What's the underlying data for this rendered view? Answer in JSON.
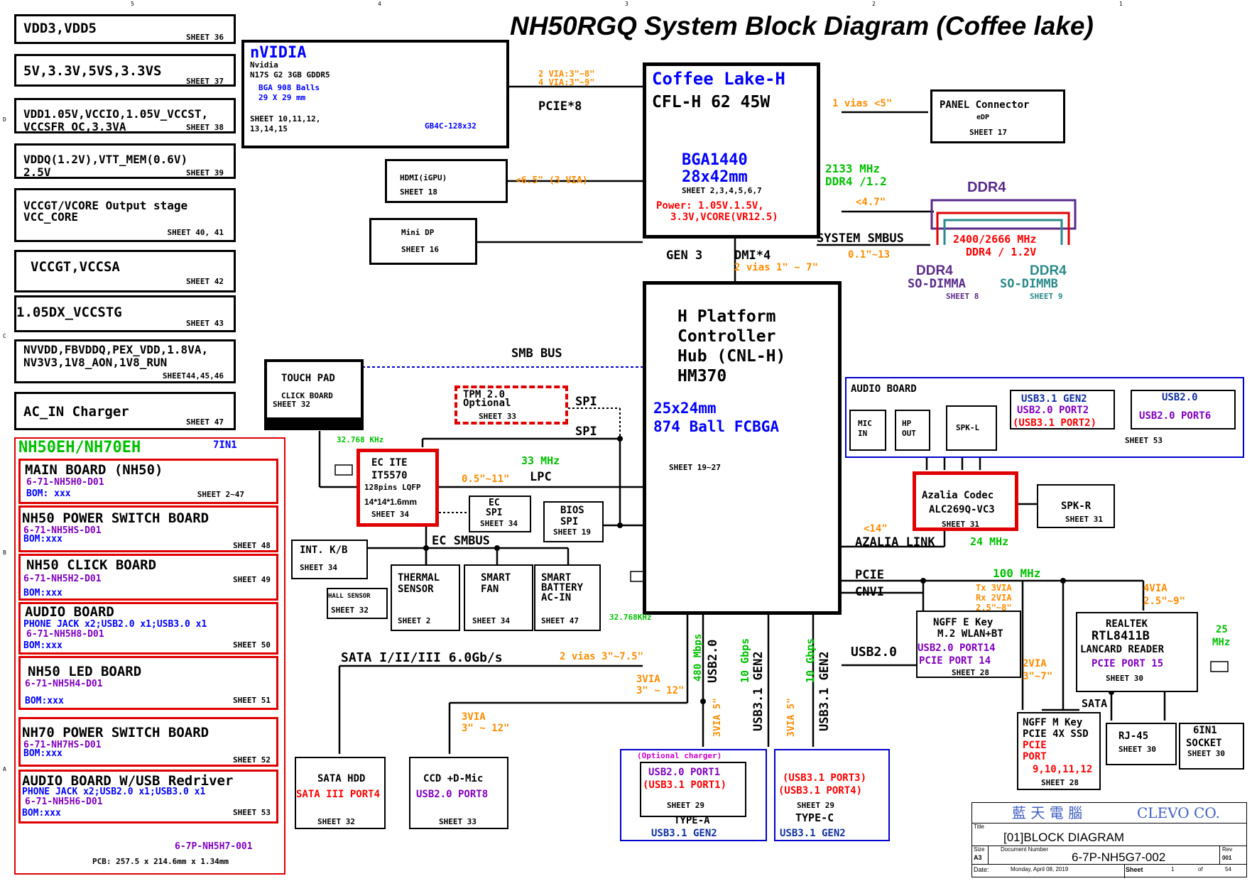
{
  "title": "NH50RGQ System Block Diagram (Coffee lake)",
  "frame_marks": [
    "5",
    "4",
    "3",
    "2",
    "1",
    "D",
    "C",
    "B",
    "A"
  ],
  "power": [
    {
      "l1": "VDD3,VDD5",
      "l2": "",
      "sheet": "SHEET 36"
    },
    {
      "l1": "5V,3.3V,5VS,3.3VS",
      "l2": "",
      "sheet": "SHEET 37"
    },
    {
      "l1": "VDD1.05V,VCCIO,1.05V_VCCST,",
      "l2": "VCCSFR_OC,3.3VA",
      "sheet": "SHEET 38"
    },
    {
      "l1": "VDDQ(1.2V),VTT_MEM(0.6V)",
      "l2": "2.5V",
      "sheet": "SHEET 39"
    },
    {
      "l1": "VCCGT/VCORE Output stage",
      "l2": "VCC_CORE",
      "sheet": "SHEET 40, 41"
    },
    {
      "l1": "VCCGT,VCCSA",
      "l2": "",
      "sheet": "SHEET 42"
    },
    {
      "l1": "1.05DX_VCCSTG",
      "l2": "",
      "sheet": "SHEET 43"
    },
    {
      "l1": "NVVDD,FBVDDQ,PEX_VDD,1.8VA,",
      "l2": "NV3V3,1V8_AON,1V8_RUN",
      "sheet": "SHEET44,45,46"
    },
    {
      "l1": "AC_IN Charger",
      "l2": "",
      "sheet": "SHEET 47"
    }
  ],
  "boards": {
    "title": "NH50EH/NH70EH",
    "seven": "7IN1",
    "items": [
      {
        "name": "MAIN BOARD   (NH50)",
        "pn": "6-71-NH5H0-D01",
        "bom": "BOM: xxx",
        "sheet": "SHEET  2~47"
      },
      {
        "name": "NH50 POWER SWITCH BOARD",
        "pn": "6-71-NH5HS-D01",
        "bom": "BOM:xxx",
        "sheet": "SHEET 48"
      },
      {
        "name": "NH50 CLICK BOARD",
        "pn": "6-71-NH5H2-D01",
        "bom": "BOM:xxx",
        "sheet": "SHEET 49"
      },
      {
        "name": "AUDIO BOARD",
        "pn": "6-71-NH5H8-D01",
        "bom": "BOM:xxx",
        "sheet": "SHEET 50",
        "extra": "PHONE JACK x2;USB2.0 x1;USB3.0 x1"
      },
      {
        "name": "NH50 LED BOARD",
        "pn": "6-71-NH5H4-D01",
        "bom": "BOM:xxx",
        "sheet": "SHEET 51"
      },
      {
        "name": "NH70 POWER SWITCH BOARD",
        "pn": "6-71-NH7HS-D01",
        "bom": "BOM:xxx",
        "sheet": "SHEET 52"
      },
      {
        "name": "AUDIO BOARD W/USB Redriver",
        "pn": "6-71-NH5H6-D01",
        "bom": "BOM:xxx",
        "sheet": "SHEET 53",
        "extra": "PHONE JACK x2;USB2.0 x1;USB3.0 x1"
      }
    ],
    "footer_pn": "6-7P-NH5H7-001",
    "pcb": "PCB: 257.5 x 214.6mm x 1.34mm"
  },
  "gpu": {
    "name": "nVIDIA",
    "l1": "Nvidia",
    "l2": "N17S G2 3GB GDDR5",
    "bga": "BGA 908 Balls",
    "size": "29 X 29 mm",
    "sheet": "SHEET 10,11,12,",
    "sheet2": "13,14,15",
    "pkg": "GB4C-128x32"
  },
  "cpu": {
    "name": "Coffee Lake-H",
    "model": "CFL-H 62 45W",
    "bga": "BGA1440",
    "size": "28x42mm",
    "sheet": "SHEET 2,3,4,5,6,7",
    "power": "Power:  1.05V.1.5V,",
    "power2": "3.3V,VCORE(VR12.5)"
  },
  "pch": {
    "l1": "H Platform",
    "l2": "Controller",
    "l3": "Hub (CNL-H)",
    "l4": "HM370",
    "size": "25x24mm",
    "ball": "874 Ball FCBGA",
    "sheet": "SHEET 19~27"
  },
  "labels": {
    "via_gpu1": "2 VIA:3\"~8\"",
    "via_gpu2": "4 VIA:3\"~9\"",
    "pcie8": "PCIE*8",
    "hdmi": "HDMI(iGPU)",
    "hdmi_sheet": "SHEET 18",
    "hdmi_via": "<6.5\" (3 VIA)",
    "minidp": "Mini DP",
    "minidp_sheet": "SHEET 16",
    "panel": "PANEL Connector",
    "panel_sub": "eDP",
    "panel_sheet": "SHEET 17",
    "panel_via": "1 vias <5\"",
    "ddr_speed": "2133 MHz",
    "ddr_ver": "DDR4 /1.2",
    "ddr_len": "<4.7\"",
    "ddr4": "DDR4",
    "ddr_speed2": "2400/2666 MHz",
    "ddr_ver2": "DDR4 / 1.2V",
    "smbus": "SYSTEM SMBUS",
    "smbus_len": "0.1\"~13",
    "dimma1": "DDR4",
    "dimma2": "SO-DIMMA",
    "dimma_sheet": "SHEET 8",
    "dimmb1": "DDR4",
    "dimmb2": "SO-DIMMB",
    "dimmb_sheet": "SHEET 9",
    "gen3": "GEN 3",
    "dmi": "DMI*4",
    "dmi_via": "2 vias 1\" ~ 7\"",
    "smb_bus": "SMB BUS",
    "touchpad": "TOUCH PAD",
    "click": "CLICK BOARD",
    "tp_sheet": "SHEET 32",
    "tpm1": "TPM 2.0",
    "tpm2": "Optional",
    "tpm_sheet": "SHEET 33",
    "spi": "SPI",
    "spi2": "SPI",
    "khz": "32.768 KHz",
    "ec1": "EC ITE",
    "ec2": "IT5570",
    "ec3": "128pins LQFP",
    "ec4": "14*14*1.6mm",
    "ec_sheet": "SHEET 34",
    "mhz33": "33 MHz",
    "lpc_len": "0.5\"~11\"",
    "lpc": "LPC",
    "ecspi1": "EC",
    "ecspi2": "SPI",
    "ecspi_sheet": "SHEET 34",
    "bios1": "BIOS",
    "bios2": "SPI",
    "bios_sheet": "SHEET 19",
    "intkb": "INT. K/B",
    "intkb_sheet": "SHEET 34",
    "ecsmbus": "EC SMBUS",
    "hall": "HALL SENSOR",
    "hall_sheet": "SHEET 32",
    "thermal1": "THERMAL",
    "thermal2": "SENSOR",
    "thermal_sheet": "SHEET 2",
    "fan1": "SMART",
    "fan2": "FAN",
    "fan_sheet": "SHEET 34",
    "batt1": "SMART",
    "batt2": "BATTERY",
    "batt3": "AC-IN",
    "batt_sheet": "SHEET 47",
    "khz2": "32.768KHz",
    "sata": "SATA I/II/III 6.0Gb/s",
    "sata_via": "2 vias 3\"~7.5\"",
    "via3a": "3VIA",
    "via3a2": "3\" ~ 12\"",
    "via3b": "3VIA",
    "via3b2": "3\" ~ 12\"",
    "hdd1": "SATA HDD",
    "hdd2": "SATA III PORT4",
    "hdd_sheet": "SHEET 32",
    "ccd1": "CCD +D-Mic",
    "ccd2": "USB2.0 PORT8",
    "ccd_sheet": "SHEET 33",
    "mbps480": "480 Mbps",
    "usb20v": "USB2.0",
    "gbps10a": "10 Gbps",
    "usb31a": "USB3.1 GEN2",
    "gbps10b": "10 Gbps",
    "usb31b": "USB3.1 GEN2",
    "via3c": "3VIA 5\"",
    "via3d": "3VIA 5\"",
    "typea_opt": "(Optional charger)",
    "typea1": "USB2.0 PORT1",
    "typea2": "(USB3.1 PORT1)",
    "typea_sheet": "SHEET 29",
    "typea": "TYPE-A",
    "typea_gen": "USB3.1 GEN2",
    "typec1": "(USB3.1 PORT3)",
    "typec2": "(USB3.1 PORT4)",
    "typec_sheet": "SHEET 29",
    "typec": "TYPE-C",
    "typec_gen": "USB3.1 GEN2",
    "audio_board": "AUDIO BOARD",
    "mic1": "MIC",
    "mic2": "IN",
    "hp1": "HP",
    "hp2": "OUT",
    "spkl": "SPK-L",
    "ab_usb1": "USB3.1 GEN2",
    "ab_usb2": "USB2.0 PORT2",
    "ab_usb3": "(USB3.1 PORT2)",
    "ab_usb4": "USB2.0",
    "ab_usb5": "USB2.0 PORT6",
    "ab_sheet": "SHEET 53",
    "codec1": "Azalia Codec",
    "codec2": "ALC269Q-VC3",
    "codec_sheet": "SHEET 31",
    "spkr": "SPK-R",
    "spkr_sheet": "SHEET 31",
    "az_len": "<14\"",
    "azalia": "AZALIA LINK",
    "mhz24": "24 MHz",
    "pcie": "PCIE",
    "cnvi": "CNVI",
    "mhz100": "100 MHz",
    "ngff1": "NGFF E Key",
    "ngff2": "M.2 WLAN+BT",
    "ngff3": "USB2.0 PORT14",
    "ngff4": "PCIE PORT 14",
    "ngff_sheet": "SHEET 28",
    "txrx1": "Tx 3VIA",
    "txrx2": "Rx 2VIA",
    "txrx3": "2.5\"~8\"",
    "usb20h": "USB2.0",
    "via4": "4VIA",
    "via4b": "2.5\"~9\"",
    "via2": "2VIA",
    "via2b": "3\"~7\"",
    "rtk1": "REALTEK",
    "rtk2": "RTL8411B",
    "rtk3": "LANCARD READER",
    "rtk4": "PCIE PORT 15",
    "rtk_sheet": "SHEET 30",
    "mhz25": "25",
    "mhz25b": "MHz",
    "sata2": "SATA",
    "ssd1": "NGFF M Key",
    "ssd2": "PCIE 4X SSD",
    "ssd3": "PCIE",
    "ssd4": "PORT",
    "ssd5": "9,10,11,12",
    "ssd_sheet": "SHEET 28",
    "rj1": "RJ-45",
    "rj_sheet": "SHEET 30",
    "sock1": "6IN1",
    "sock2": "SOCKET",
    "sock_sheet": "SHEET 30"
  },
  "titleblock": {
    "chinese": "藍 天 電 腦",
    "company": "CLEVO CO.",
    "title_lbl": "Title",
    "title": "[01]BLOCK DIAGRAM",
    "size_lbl": "Size",
    "size": "A3",
    "docnum_lbl": "Document Number",
    "docnum": "6-7P-NH5G7-002",
    "rev_lbl": "Rev",
    "rev": "001",
    "date_lbl": "Date:",
    "date": "Monday, April 08, 2019",
    "sheet_lbl": "Sheet",
    "sheet": "1",
    "of_lbl": "of",
    "of": "54"
  }
}
